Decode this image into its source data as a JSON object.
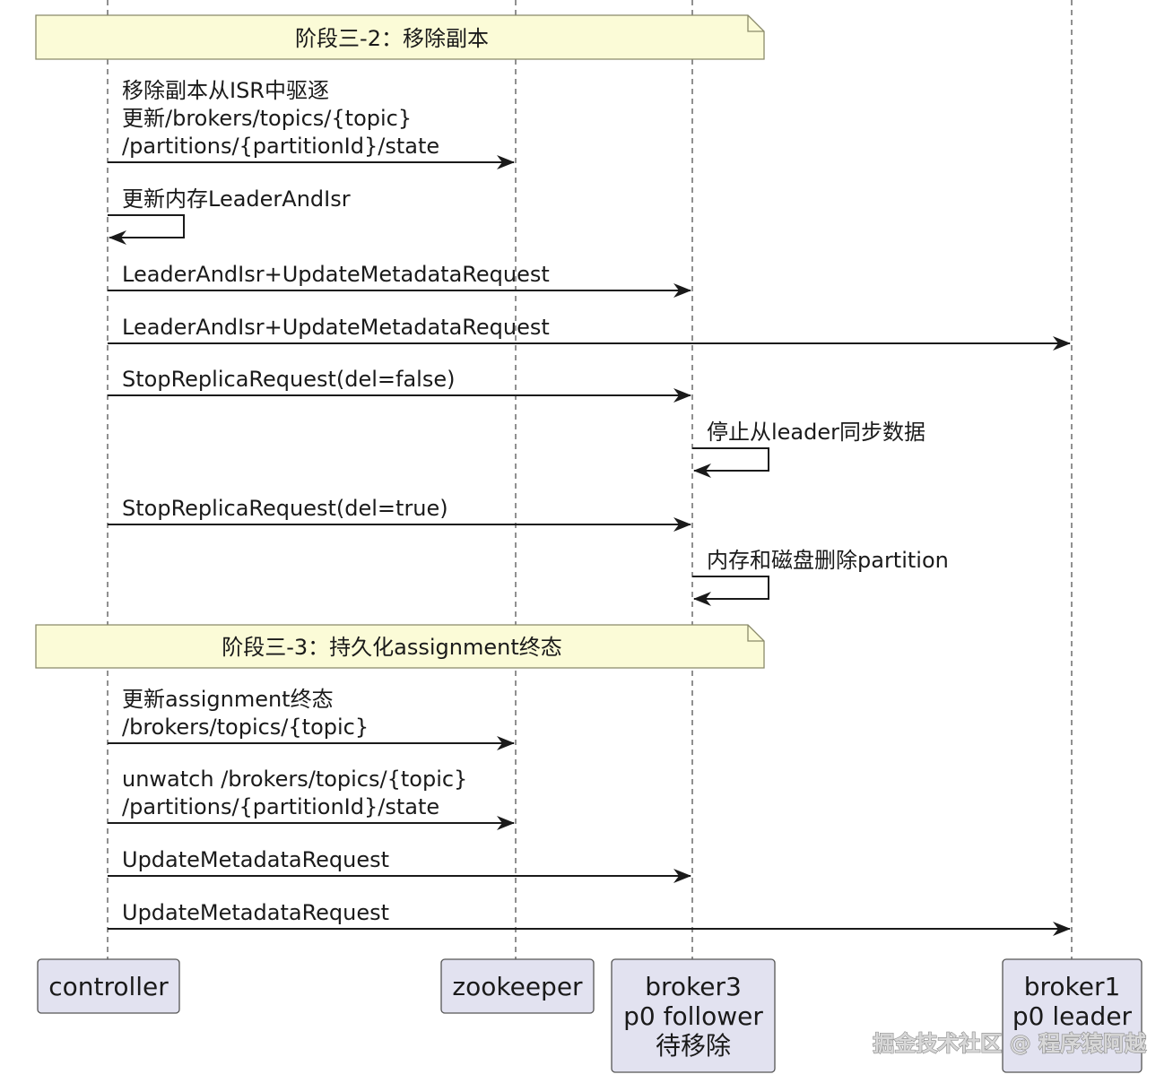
{
  "participants": [
    {
      "id": "controller",
      "lines": [
        "controller"
      ]
    },
    {
      "id": "zookeeper",
      "lines": [
        "zookeeper"
      ]
    },
    {
      "id": "broker3",
      "lines": [
        "broker3",
        "p0 follower",
        "待移除"
      ]
    },
    {
      "id": "broker1",
      "lines": [
        "broker1",
        "p0 leader"
      ]
    }
  ],
  "notes": [
    {
      "id": "phase-3-2",
      "text": "阶段三-2：移除副本"
    },
    {
      "id": "phase-3-3",
      "text": "阶段三-3：持久化assignment终态"
    }
  ],
  "messages": [
    {
      "from": "controller",
      "to": "zookeeper",
      "lines": [
        "移除副本从ISR中驱逐",
        "更新/brokers/topics/{topic}",
        "/partitions/{partitionId}/state"
      ]
    },
    {
      "from": "controller",
      "to": "controller",
      "lines": [
        "更新内存LeaderAndIsr"
      ]
    },
    {
      "from": "controller",
      "to": "broker3",
      "lines": [
        "LeaderAndIsr+UpdateMetadataRequest"
      ]
    },
    {
      "from": "controller",
      "to": "broker1",
      "lines": [
        "LeaderAndIsr+UpdateMetadataRequest"
      ]
    },
    {
      "from": "controller",
      "to": "broker3",
      "lines": [
        "StopReplicaRequest(del=false)"
      ]
    },
    {
      "from": "broker3",
      "to": "broker3",
      "lines": [
        "停止从leader同步数据"
      ]
    },
    {
      "from": "controller",
      "to": "broker3",
      "lines": [
        "StopReplicaRequest(del=true)"
      ]
    },
    {
      "from": "broker3",
      "to": "broker3",
      "lines": [
        "内存和磁盘删除partition"
      ]
    },
    {
      "from": "controller",
      "to": "zookeeper",
      "lines": [
        "更新assignment终态",
        "/brokers/topics/{topic}"
      ]
    },
    {
      "from": "controller",
      "to": "zookeeper",
      "lines": [
        "unwatch /brokers/topics/{topic}",
        "/partitions/{partitionId}/state"
      ]
    },
    {
      "from": "controller",
      "to": "broker3",
      "lines": [
        "UpdateMetadataRequest"
      ]
    },
    {
      "from": "controller",
      "to": "broker1",
      "lines": [
        "UpdateMetadataRequest"
      ]
    }
  ],
  "watermark": "掘金技术社区 @ 程序猿阿越",
  "colors": {
    "note_fill": "#fbfbd7",
    "note_border": "#8a8a6a",
    "actor_fill": "#e2e2f0",
    "actor_border": "#555555",
    "line": "#1a1a1a",
    "lifeline": "#555555"
  }
}
